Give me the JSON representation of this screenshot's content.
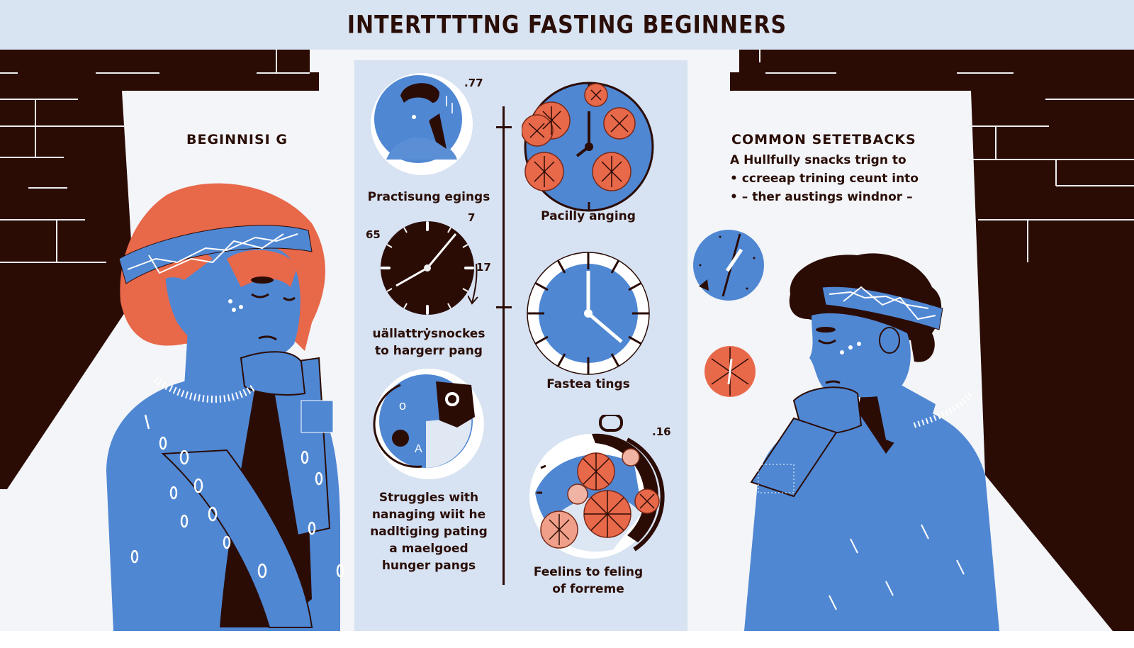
{
  "header": {
    "title": "INTERTTTTNG FASTING BEGINNERS"
  },
  "left_section": {
    "heading": "BEGINNISI G"
  },
  "right_section": {
    "heading": "COMMON SETETBACKS",
    "lines": [
      "A Hullfully snacks trign to",
      "• ccreeap trining ceunt into",
      "• – ther austings windnor –"
    ]
  },
  "center_panel": {
    "items": [
      {
        "caption": "Practisung egings",
        "number": ".77",
        "icon": "sad-person-icon"
      },
      {
        "caption_lines": [
          "uällattrẏsnockes",
          "to hargerr pang"
        ],
        "numbers": [
          "65",
          "7",
          "17"
        ],
        "icon": "dark-clock-icon"
      },
      {
        "caption_lines": [
          "Struggles with",
          "nanaging wiit he",
          "nadltiging pating",
          "a maelgoed",
          "hunger pangs"
        ],
        "icon": "pie-clock-icon"
      },
      {
        "caption": "Pacilly anging",
        "icon": "clock-with-orange-slices-icon"
      },
      {
        "caption": "Fastea tings",
        "icon": "blue-clock-icon"
      },
      {
        "caption_lines": [
          "Feelins to feling",
          "of forreme"
        ],
        "number": ".16",
        "icon": "stopwatch-with-food-icon"
      }
    ]
  },
  "colors": {
    "wall": "#2b0c05",
    "blue": "#4f87d3",
    "orange": "#e8684a",
    "panel": "#d7e2f2",
    "title_bar": "#d9e4f3",
    "text": "#2a0e07"
  }
}
